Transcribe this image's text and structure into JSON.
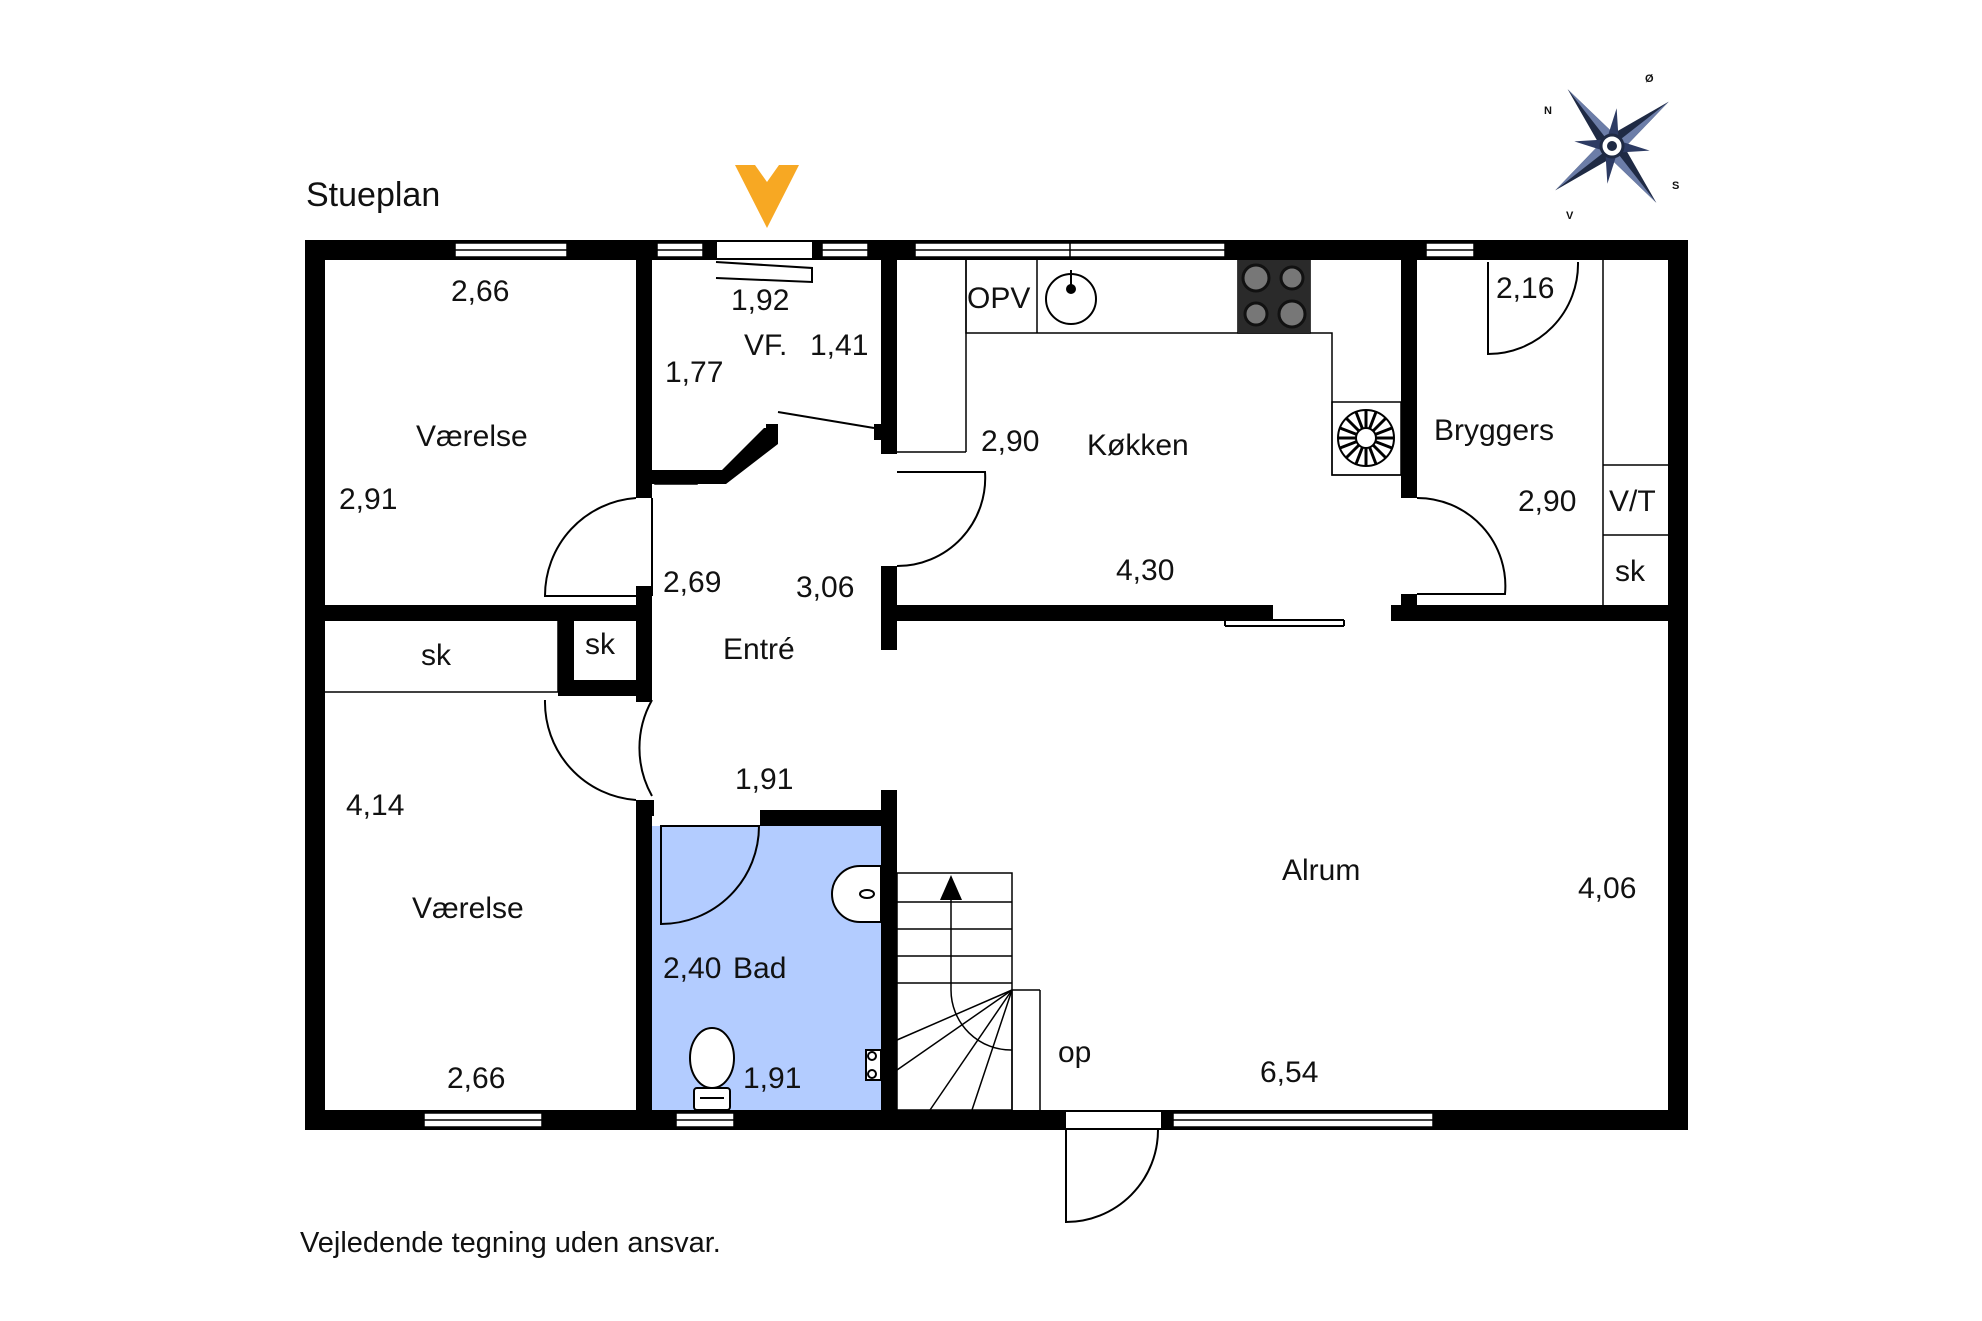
{
  "title": "Stueplan",
  "disclaimer": "Vejledende tegning uden ansvar.",
  "compass": {
    "n": "N",
    "o": "Ø",
    "s": "S",
    "v": "V"
  },
  "colors": {
    "wall": "#000000",
    "bath_fill": "#b3ccff",
    "entrance_marker": "#f7a823",
    "compass": "#1f2a44"
  },
  "rooms": {
    "vaerelse_top": {
      "name": "Værelse",
      "width": "2,66",
      "depth": "2,91"
    },
    "vf": {
      "name": "VF.",
      "width": "1,92",
      "depth": "1,41",
      "side": "1,77"
    },
    "kokken": {
      "name": "Køkken",
      "depth": "2,90",
      "width": "4,30",
      "opv": "OPV"
    },
    "bryggers": {
      "name": "Bryggers",
      "width": "2,16",
      "depth": "2,90",
      "vt": "V/T",
      "sk": "sk"
    },
    "entre": {
      "name": "Entré",
      "width": "2,69",
      "depth": "3,06",
      "sk1": "sk",
      "sk2": "sk"
    },
    "vaerelse_bottom": {
      "name": "Værelse",
      "depth": "4,14",
      "width": "2,66"
    },
    "bad": {
      "name": "Bad",
      "width": "1,91",
      "depth": "2,40",
      "width2": "1,91"
    },
    "alrum": {
      "name": "Alrum",
      "depth": "4,06",
      "width": "6,54",
      "stairs": "op"
    }
  }
}
